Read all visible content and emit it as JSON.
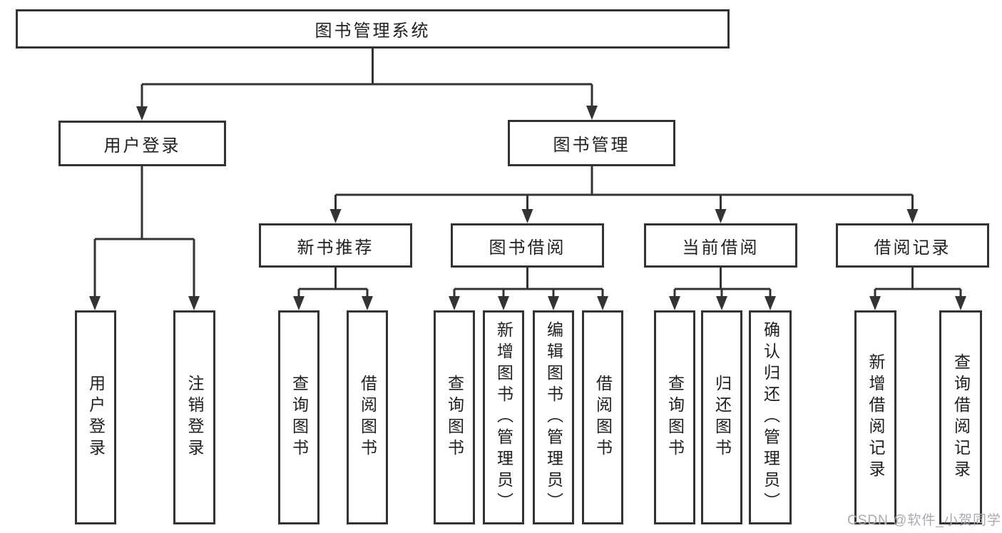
{
  "tree": {
    "label": "图书管理系统",
    "children": [
      {
        "label": "用户登录",
        "children": [
          {
            "label": "用户登录"
          },
          {
            "label": "注销登录"
          }
        ]
      },
      {
        "label": "图书管理",
        "children": [
          {
            "label": "新书推荐",
            "children": [
              {
                "label": "查询图书"
              },
              {
                "label": "借阅图书"
              }
            ]
          },
          {
            "label": "图书借阅",
            "children": [
              {
                "label": "查询图书"
              },
              {
                "label": "新增图书（管理员）"
              },
              {
                "label": "编辑图书（管理员）"
              },
              {
                "label": "借阅图书"
              }
            ]
          },
          {
            "label": "当前借阅",
            "children": [
              {
                "label": "查询图书"
              },
              {
                "label": "归还图书"
              },
              {
                "label": "确认归还（管理员）"
              }
            ]
          },
          {
            "label": "借阅记录",
            "children": [
              {
                "label": "新增借阅记录"
              },
              {
                "label": "查询借阅记录"
              }
            ]
          }
        ]
      }
    ]
  },
  "watermark": "CSDN @软件_小贺同学",
  "colors": {
    "line": "#333333",
    "text": "#1f1f1f",
    "background": "#ffffff",
    "watermark": "#aaaab0"
  }
}
